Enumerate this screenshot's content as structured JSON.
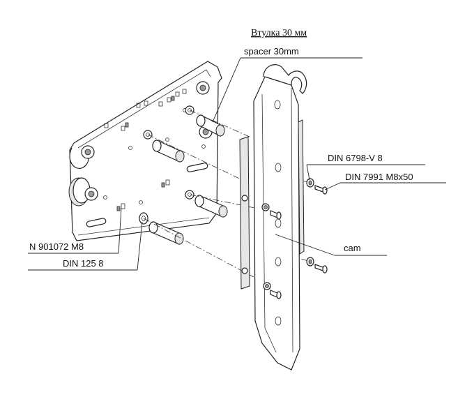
{
  "labels": {
    "title_ru": "Втулка 30 мм",
    "spacer": "spacer 30mm",
    "din6798": "DIN 6798-V 8",
    "din7991": "DIN 7991 M8x50",
    "cam": "cam",
    "n901072": "N 901072 M8",
    "din125": "DIN 125 8"
  }
}
